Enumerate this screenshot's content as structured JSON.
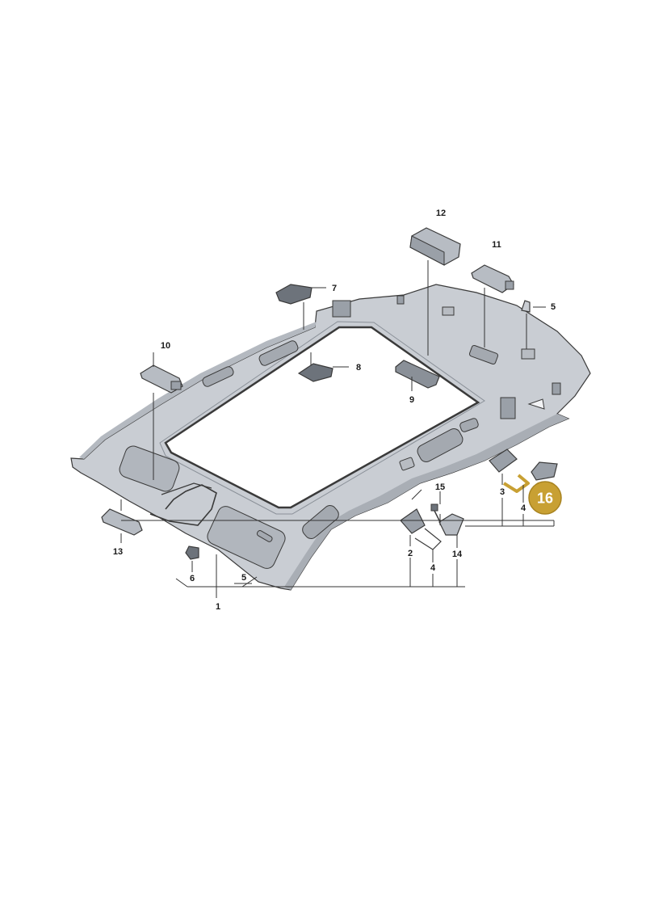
{
  "colors": {
    "part_fill": "#c9cdd3",
    "part_dark": "#9aa0a8",
    "outline": "#3a3a3a",
    "highlight": "#c8a033",
    "highlight_stroke": "#a88320"
  },
  "callouts": {
    "c1": "1",
    "c2": "2",
    "c3": "3",
    "c4a": "4",
    "c4b": "4",
    "c5a": "5",
    "c5b": "5",
    "c6": "6",
    "c7": "7",
    "c8": "8",
    "c9": "9",
    "c10": "10",
    "c11": "11",
    "c12": "12",
    "c13": "13",
    "c14": "14",
    "c15": "15",
    "c16": "16"
  }
}
